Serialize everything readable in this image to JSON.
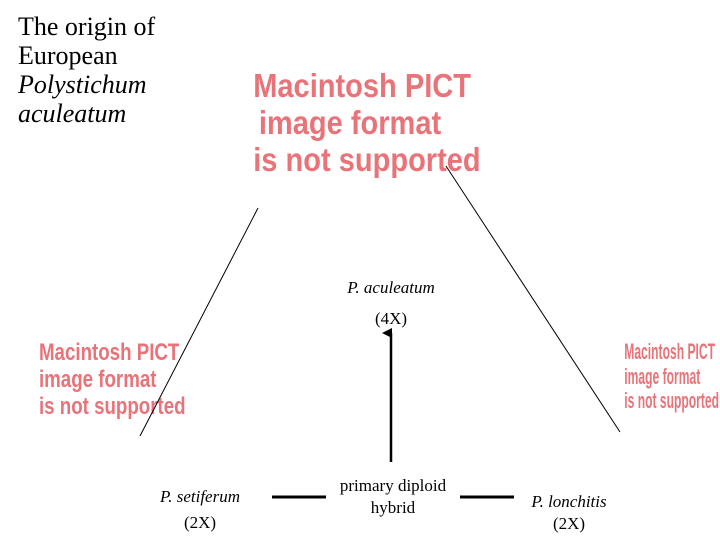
{
  "title": {
    "line1": "The origin of",
    "line2": "European",
    "line3": "Polystichum",
    "line4": "aculeatum"
  },
  "pict_placeholder": {
    "line1": "Macintosh PICT",
    "line2": "image format",
    "line3": "is not supported"
  },
  "nodes": {
    "aculeatum": {
      "name": "P. aculeatum",
      "ploidy": "(4X)"
    },
    "setiferum": {
      "name": "P. setiferum",
      "ploidy": "(2X)"
    },
    "hybrid": {
      "line1": "primary diploid",
      "line2": "hybrid"
    },
    "lonchitis": {
      "name": "P. lonchitis",
      "ploidy": "(2X)"
    }
  },
  "colors": {
    "placeholder_text": "#e8747a",
    "lines": "#000000"
  }
}
